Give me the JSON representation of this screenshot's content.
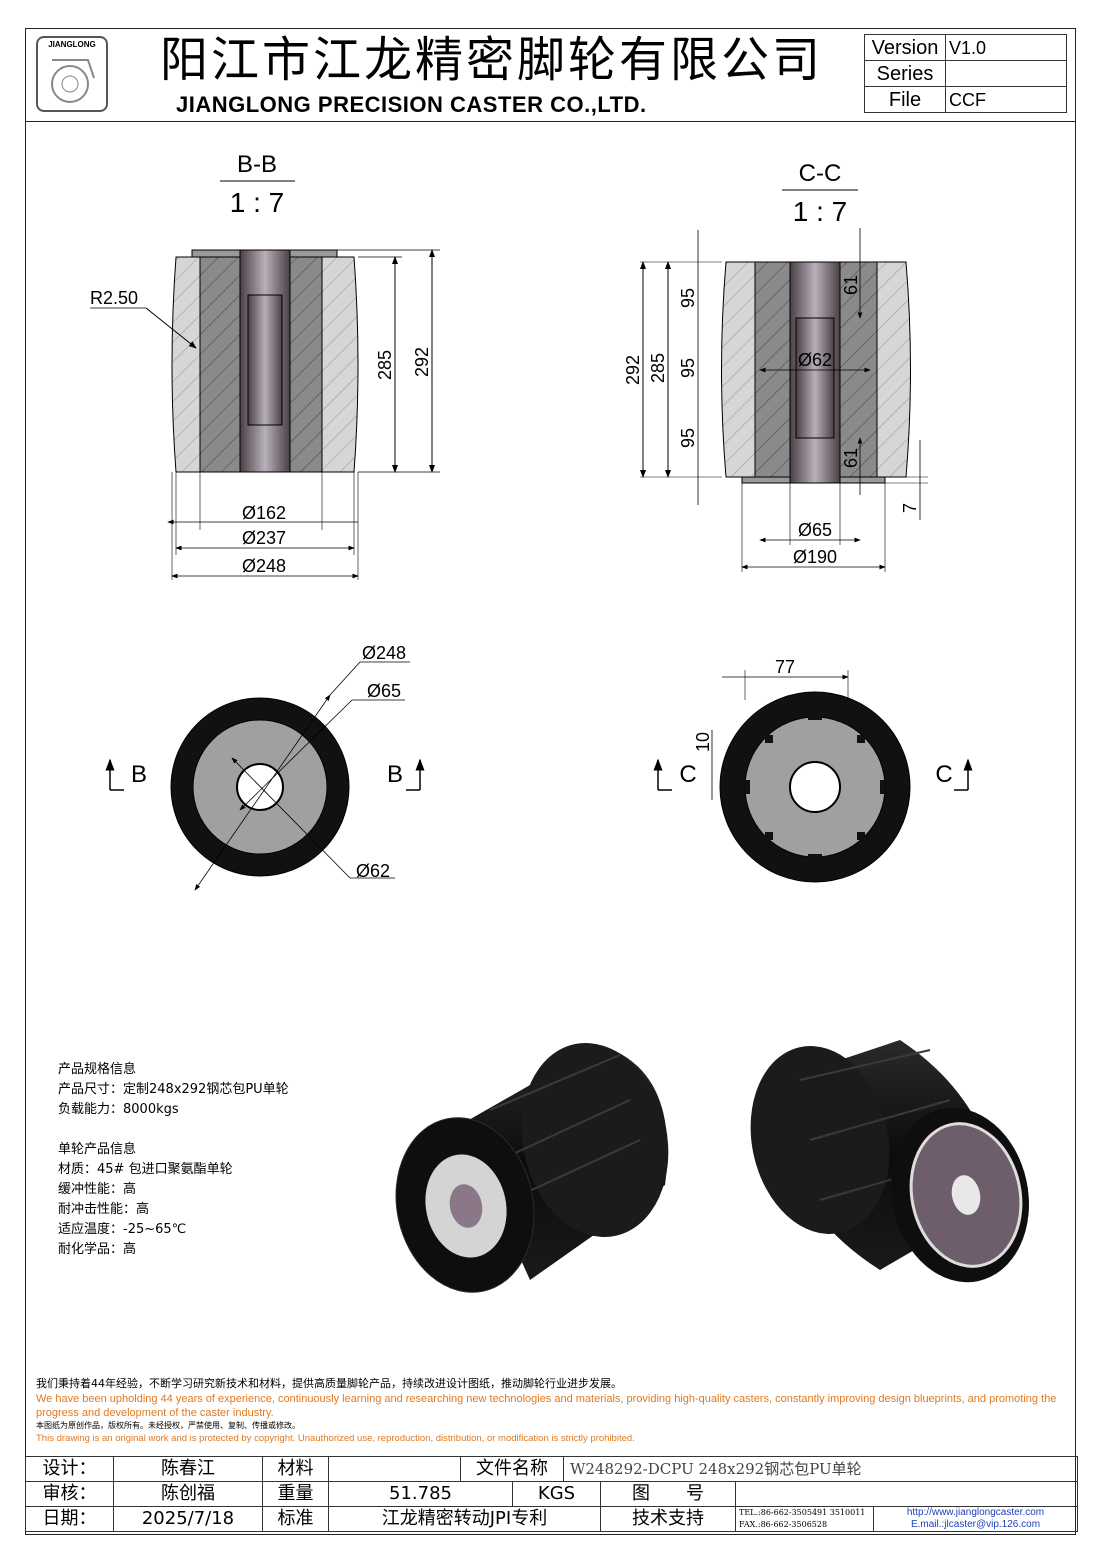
{
  "header": {
    "logo_text": "JIANGLONG",
    "company_cn": "阳江市江龙精密脚轮有限公司",
    "company_en": "JIANGLONG PRECISION CASTER CO.,LTD.",
    "version_label": "Version",
    "version": "V1.0",
    "series_label": "Series",
    "series": "",
    "file_label": "File",
    "file": "CCF"
  },
  "views": {
    "bb": {
      "title": "B-B",
      "scale": "1 : 7",
      "radius": "R2.50",
      "h1": "285",
      "h2": "292",
      "d1": "Ø162",
      "d2": "Ø237",
      "d3": "Ø248"
    },
    "cc": {
      "title": "C-C",
      "scale": "1 : 7",
      "h1": "292",
      "h2": "285",
      "s1": "95",
      "s2": "95",
      "s3": "95",
      "bore": "Ø62",
      "k1": "61",
      "k2": "61",
      "flange": "7",
      "d1": "Ø65",
      "d2": "Ø190"
    },
    "front_b": {
      "d1": "Ø248",
      "d2": "Ø65",
      "d3": "Ø62",
      "mark_left": "B",
      "mark_right": "B"
    },
    "front_c": {
      "w": "77",
      "h": "10",
      "mark_left": "C",
      "mark_right": "C"
    }
  },
  "spec": {
    "lines": [
      "产品规格信息",
      "产品尺寸：定制248x292钢芯包PU单轮",
      "负载能力：8000kgs",
      "",
      "单轮产品信息",
      "材质：45# 包进口聚氨酯单轮",
      "缓冲性能：高",
      "耐冲击性能：高",
      "适应温度：-25~65℃",
      "耐化学品：高"
    ]
  },
  "notes": {
    "cn1": "我们秉持着44年经验，不断学习研究新技术和材料，提供高质量脚轮产品，持续改进设计图纸，推动脚轮行业进步发展。",
    "en1": "We have been upholding 44 years of experience, continuously learning and researching new technologies and materials, providing high-quality casters, constantly improving design blueprints, and promoting the progress and development of the caster industry.",
    "cn2": "本图纸为原创作品，版权所有。未经授权，严禁使用、复制、传播或修改。",
    "en2": "This drawing is an original work and is protected by copyright. Unauthorized use, reproduction, distribution, or modification is strictly prohibited."
  },
  "footer": {
    "design_label": "设计：",
    "designer": "陈春江",
    "material_label": "材料",
    "material": "",
    "filename_label": "文件名称",
    "filename": "W248292-DCPU 248x292钢芯包PU单轮",
    "review_label": "审核：",
    "reviewer": "陈创福",
    "weight_label": "重量",
    "weight": "51.785",
    "weight_unit": "KGS",
    "drawing_no_label": "图　　号",
    "drawing_no": "",
    "date_label": "日期：",
    "date": "2025/7/18",
    "standard_label": "标准",
    "standard": "江龙精密转动JPI专利",
    "support_label": "技术支持",
    "tel": "TEL.:86-662-3505491 3510011",
    "fax": "FAX.:86-662-3506528",
    "website": "http://www.jianglongcaster.com",
    "email": "E.mail.:jlcaster@vip.126.com"
  }
}
